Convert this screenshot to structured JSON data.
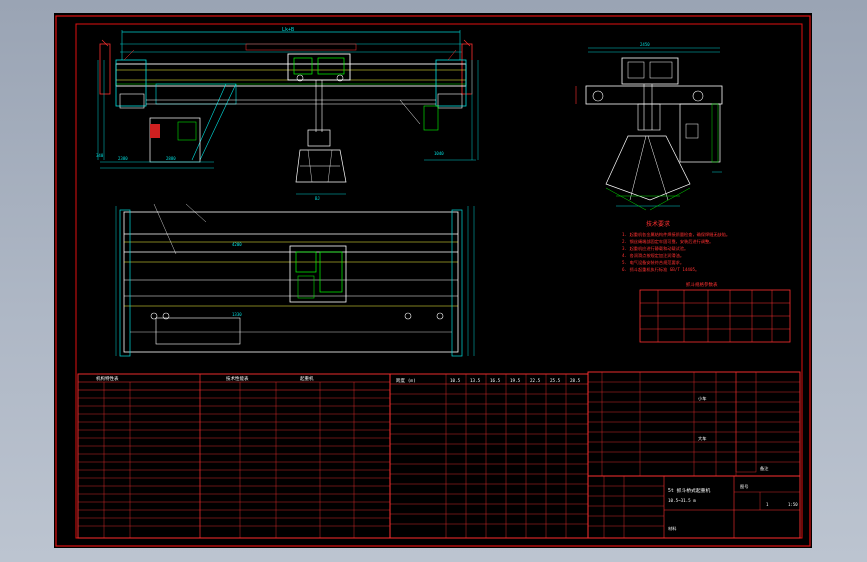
{
  "notes": {
    "heading": "技术要求",
    "lines": [
      "1. 起重机各金属结构件焊接质量检查，确保焊缝无缺陷。",
      "2. 钢丝绳端部固定牢固可靠，安装后进行调整。",
      "3. 起重机应进行静载和动载试验。",
      "4. 各润滑点按规定加注润滑油。",
      "5. 电气设备安装符合规范要求。",
      "6. 抓斗起重机执行标准 GB/T 14405。"
    ]
  },
  "small_table": {
    "title": "抓斗规格参数表",
    "rows": [
      [
        "",
        "",
        "",
        "",
        "",
        ""
      ],
      [
        "",
        "",
        "",
        "",
        "",
        ""
      ],
      [
        "",
        "",
        "",
        "",
        "",
        ""
      ],
      [
        "",
        "",
        "",
        "",
        "",
        ""
      ]
    ]
  },
  "tables": {
    "left_header_a": "机构特性表",
    "left_header_b": "技术性能表",
    "left_header_c": "起重机",
    "mid_header_a": "跨度 (m)",
    "span_values": [
      "10.5",
      "13.5",
      "16.5",
      "19.5",
      "22.5",
      "25.5",
      "28.5"
    ],
    "right_label_a": "小车",
    "right_label_b": "大车",
    "right_label_c": "备注"
  },
  "title_block": {
    "title": "5t 抓斗桥式起重机",
    "subtitle": "10.5~31.5 m",
    "label_a": "图号",
    "label_b": "材料",
    "scale": "1:50",
    "sheet": "1"
  },
  "dims": {
    "top_overall": "Lk+B",
    "side_width": "2450"
  }
}
